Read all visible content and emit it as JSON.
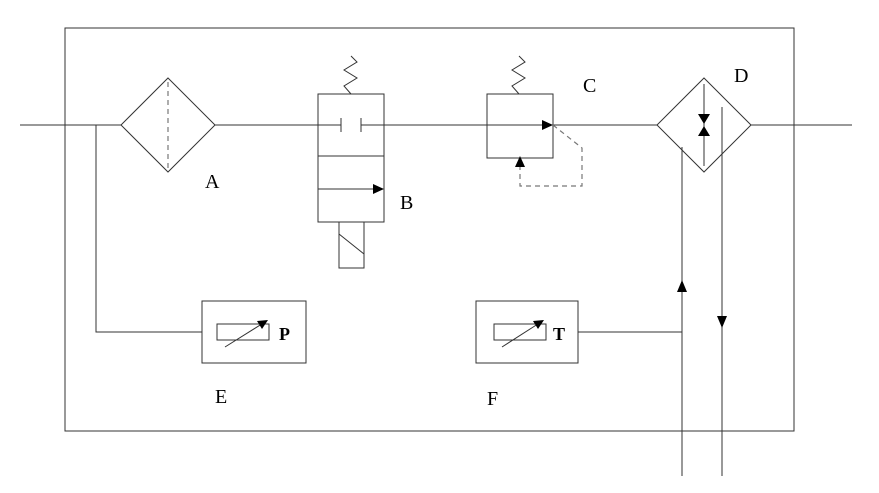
{
  "components": {
    "A": {
      "label": "A"
    },
    "B": {
      "label": "B"
    },
    "C": {
      "label": "C"
    },
    "D": {
      "label": "D"
    },
    "E": {
      "label": "E",
      "unit": "P"
    },
    "F": {
      "label": "F",
      "unit": "T"
    }
  },
  "colors": {
    "line": "#333333",
    "dashed": "#777777",
    "arrow": "#000000",
    "background": "#ffffff"
  }
}
